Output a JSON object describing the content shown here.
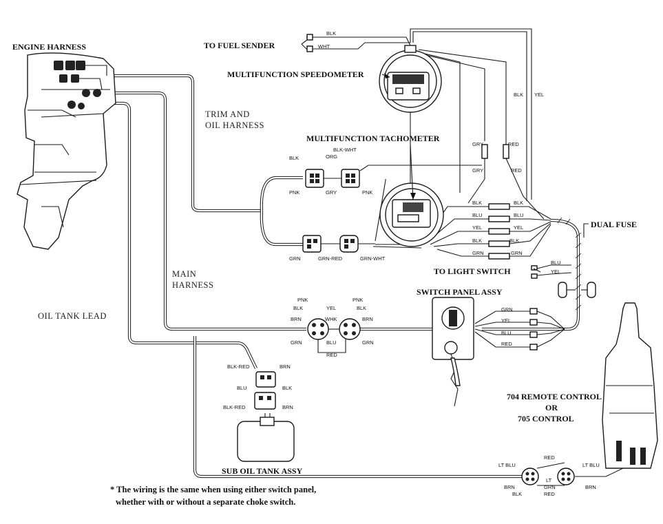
{
  "labels": {
    "engine_harness": "ENGINE HARNESS",
    "to_fuel_sender": "TO FUEL SENDER",
    "multifunction_speedometer": "MULTIFUNCTION SPEEDOMETER",
    "trim_oil_harness_line1": "TRIM AND",
    "trim_oil_harness_line2": "OIL HARNESS",
    "multifunction_tachometer": "MULTIFUNCTION TACHOMETER",
    "dual_fuse": "DUAL FUSE",
    "to_light_switch": "TO LIGHT SWITCH",
    "main_harness_line1": "MAIN",
    "main_harness_line2": "HARNESS",
    "oil_tank_lead": "OIL TANK LEAD",
    "switch_panel_assy": "SWITCH PANEL ASSY",
    "remote_control_line1": "704 REMOTE CONTROL",
    "remote_control_line2": "OR",
    "remote_control_line3": "705 CONTROL",
    "sub_oil_tank_assy": "SUB OIL TANK ASSY"
  },
  "note": {
    "line1": "* The wiring is the same when using either switch panel,",
    "line2": "whether with or without a separate choke switch."
  },
  "wire_colors": {
    "fuel_blk": "BLK",
    "fuel_wht": "WHT",
    "speedo_blk": "BLK",
    "speedo_yel": "YEL",
    "tach_gry_top": "GRY",
    "tach_red_top": "RED",
    "tach_gry_bottom": "GRY",
    "tach_red_bottom": "RED",
    "trim_blk": "BLK",
    "trim_blk_wht": "BLK-WHT",
    "trim_org": "ORG",
    "trim_pnk1": "PNK",
    "trim_gry": "GRY",
    "trim_pnk2": "PNK",
    "trim_grn": "GRN",
    "trim_grn_red": "GRN-RED",
    "trim_grn_wht": "GRN-WHT",
    "fuse_blk1_left": "BLK",
    "fuse_blk1_right": "BLK",
    "fuse_blu_left": "BLU",
    "fuse_blu_right": "BLU",
    "fuse_yel_left": "YEL",
    "fuse_yel_right": "YEL",
    "fuse_blk2_left": "BLK",
    "fuse_blk2_right": "BLK",
    "fuse_grn_left": "GRN",
    "fuse_grn_right": "GRN",
    "light_blu": "BLU",
    "light_yel": "YEL",
    "main_pnk_l": "PNK",
    "main_blk_l": "BLK",
    "main_brn_l": "BRN",
    "main_grn_l": "GRN",
    "main_yel": "YEL",
    "main_whk": "WHK",
    "main_blu": "BLU",
    "main_red": "RED",
    "main_pnk_r": "PNK",
    "main_blk_r": "BLK",
    "main_brn_r": "BRN",
    "main_grn_r": "GRN",
    "panel_grn": "GRN",
    "panel_yel": "YEL",
    "panel_blu": "BLU",
    "panel_red": "RED",
    "oil_blk_red_1": "BLK-RED",
    "oil_brn_1": "BRN",
    "oil_blu": "BLU",
    "oil_blk": "BLK",
    "oil_blk_red_2": "BLK-RED",
    "oil_brn_2": "BRN",
    "rc_lt_blu_l": "LT BLU",
    "rc_red": "RED",
    "rc_lt_blu_r": "LT BLU",
    "rc_brn_l": "BRN",
    "rc_lt": "LT",
    "rc_grn": "GRN",
    "rc_brn_r": "BRN",
    "rc_blk": "BLK",
    "rc_red_bottom": "RED"
  }
}
